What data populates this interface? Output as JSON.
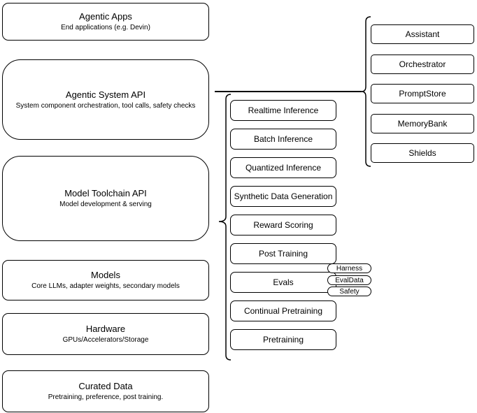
{
  "colors": {
    "background": "#ffffff",
    "stroke": "#000000",
    "text": "#000000"
  },
  "stack": {
    "layers": [
      {
        "title": "Agentic Apps",
        "subtitle": "End applications (e.g. Devin)"
      },
      {
        "title": "Agentic System API",
        "subtitle": "System component orchestration, tool calls, safety checks"
      },
      {
        "title": "Model Toolchain API",
        "subtitle": "Model development & serving"
      },
      {
        "title": "Models",
        "subtitle": "Core LLMs, adapter weights, secondary models"
      },
      {
        "title": "Hardware",
        "subtitle": "GPUs/Accelerators/Storage"
      },
      {
        "title": "Curated Data",
        "subtitle": "Pretraining, preference, post training."
      }
    ]
  },
  "toolchain": {
    "items": [
      "Realtime Inference",
      "Batch Inference",
      "Quantized Inference",
      "Synthetic Data Generation",
      "Reward Scoring",
      "Post Training",
      "Evals",
      "Continual Pretraining",
      "Pretraining"
    ]
  },
  "evals_tags": [
    "Harness",
    "EvalData",
    "Safety"
  ],
  "system_components": [
    "Assistant",
    "Orchestrator",
    "PromptStore",
    "MemoryBank",
    "Shields"
  ]
}
